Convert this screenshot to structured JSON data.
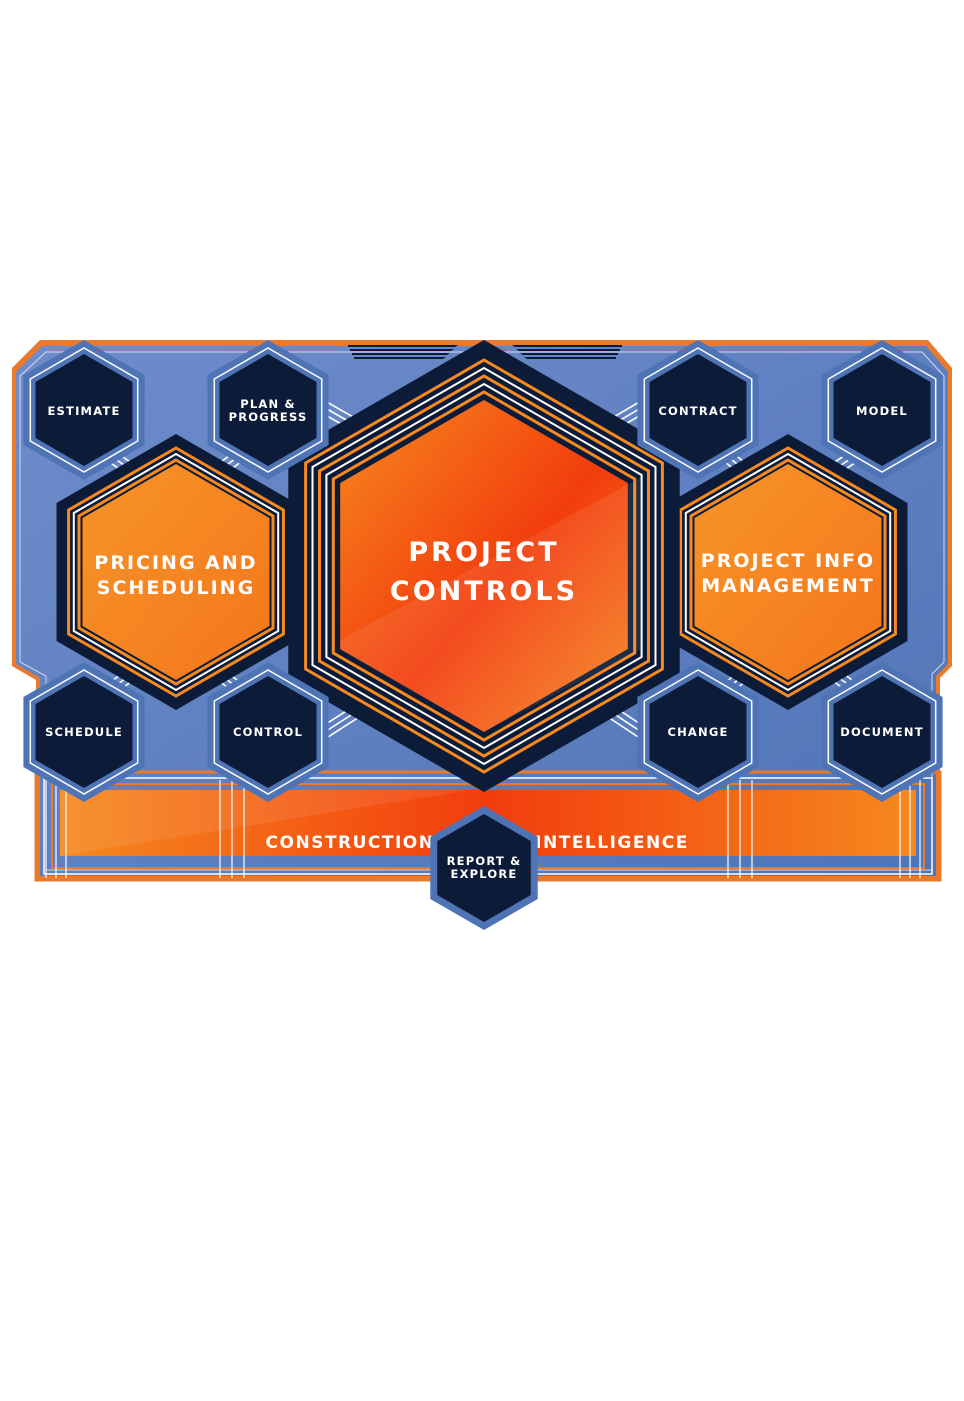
{
  "center": {
    "line1": "PROJECT",
    "line2": "CONTROLS"
  },
  "left_group": {
    "line1": "PRICING AND",
    "line2": "SCHEDULING"
  },
  "right_group": {
    "line1": "PROJECT INFO",
    "line2": "MANAGEMENT"
  },
  "modules": {
    "estimate": "ESTIMATE",
    "plan_line1": "PLAN &",
    "plan_line2": "PROGRESS",
    "contract": "CONTRACT",
    "model": "MODEL",
    "schedule": "SCHEDULE",
    "control": "CONTROL",
    "change": "CHANGE",
    "document": "DOCUMENT",
    "report_line1": "REPORT &",
    "report_line2": "EXPLORE"
  },
  "band": {
    "left": "CONSTRUCTION",
    "right": "INTELLIGENCE"
  },
  "colors": {
    "navy": "#0c1c38",
    "panel_blue": "#6a88c8",
    "hex_border_blue": "#4f74b6",
    "orange": "#f6891f",
    "orange_deep": "#f23d0d",
    "outline_orange": "#ea7a2b"
  }
}
